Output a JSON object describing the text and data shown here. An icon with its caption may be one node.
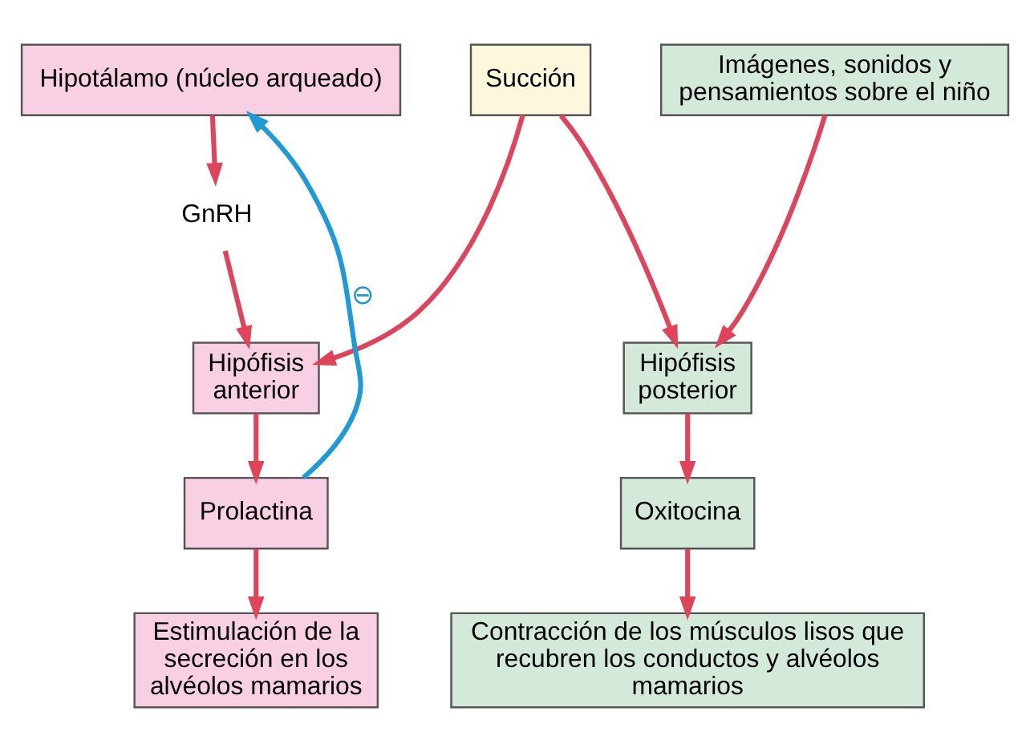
{
  "diagram": {
    "nodes": [
      {
        "text": [
          "Hipotálamo (núcleo arqueado)"
        ]
      },
      {
        "text": [
          "GnRH"
        ]
      },
      {
        "text": [
          "Succión"
        ]
      },
      {
        "text": [
          "Imágenes, sonidos y pensamientos sobre el niño"
        ]
      },
      {
        "text": [
          "Hipófisis anterior"
        ]
      },
      {
        "text": [
          "Hipófisis posterior"
        ]
      },
      {
        "text": [
          "Prolactina"
        ]
      },
      {
        "text": [
          "Oxitocina"
        ]
      },
      {
        "text": [
          "Estimulación de la secreción en los alvéolos mamarios"
        ]
      },
      {
        "text": [
          "Contracción de los músculos lisos que recubren los conductos y alvéolos mamarios"
        ]
      }
    ],
    "edges": [
      {
        "from": 0,
        "to": 1,
        "arrow": "to"
      },
      {
        "from": 1,
        "to": 4,
        "arrow": "to"
      },
      {
        "from": 2,
        "to": 4,
        "arrow": "to"
      },
      {
        "from": 2,
        "to": 5,
        "arrow": "to"
      },
      {
        "from": 3,
        "to": 5,
        "arrow": "to"
      },
      {
        "from": 4,
        "to": 6,
        "arrow": "to"
      },
      {
        "from": 5,
        "to": 7,
        "arrow": "to"
      },
      {
        "from": 6,
        "to": 0,
        "arrow": "to",
        "label": "⊖",
        "color": "#1e9ad6"
      },
      {
        "from": 6,
        "to": 8,
        "arrow": "to"
      },
      {
        "from": 7,
        "to": 9,
        "arrow": "to"
      }
    ]
  }
}
